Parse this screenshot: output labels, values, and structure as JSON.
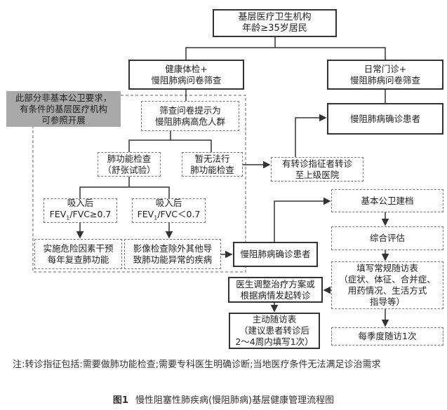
{
  "boxes": {
    "top": [
      "基层医疗卫生机构",
      "年龄≥35岁居民"
    ],
    "health_check": [
      "健康体检+",
      "慢阻肺病问卷筛查"
    ],
    "daily_clinic": [
      "日常门诊+",
      "慢阻肺病问卷筛查"
    ],
    "gray_note": [
      "此部分非基本公卫要求，",
      "有条件的基层医疗机构",
      "可参照开展"
    ],
    "screening": [
      "筛查问卷提示为",
      "慢阻肺病高危人群"
    ],
    "diagnosed_right": [
      "慢阻肺病确诊患者"
    ],
    "lung_test": [
      "肺功能检查",
      "（舒张试验）"
    ],
    "no_lung_test": [
      "暂无法行",
      "肺功能检查"
    ],
    "referral": [
      "有转诊指征者转诊",
      "至上级医院"
    ],
    "ge07": [
      "吸入后",
      "FEV",
      "1",
      "/FVC≥0.7"
    ],
    "lt07": [
      "吸入后",
      "FEV",
      "1",
      "/FVC＜0.7"
    ],
    "intervene": [
      "实施危险因素干预",
      "每年复查肺功能"
    ],
    "imaging": [
      "影像检查除外其他导",
      "致肺功能异常的疾病"
    ],
    "diagnosed_mid": [
      "慢阻肺病确诊患者"
    ],
    "archive": [
      "基本公卫建档"
    ],
    "assess": [
      "综合评估"
    ],
    "followup_form": [
      "填写常规随访表",
      "（症状、体征、合并症、",
      "用药情况、生活方式",
      "指导等）"
    ],
    "quarterly": [
      "每季度随访1次"
    ],
    "doctor": [
      "医生调整治疗方案或",
      "根据病情发起转诊"
    ],
    "active": [
      "主动随访表",
      "（建议患者转诊后",
      "2～4周内填写1次）"
    ]
  },
  "note": "注:转诊指征包括:需要做肺功能检查;需要专科医生明确诊断;当地医疗条件无法满足诊治需求",
  "caption": {
    "label": "图1",
    "title": "慢性阻塞性肺疾病(慢阻肺病)基层健康管理流程图"
  }
}
